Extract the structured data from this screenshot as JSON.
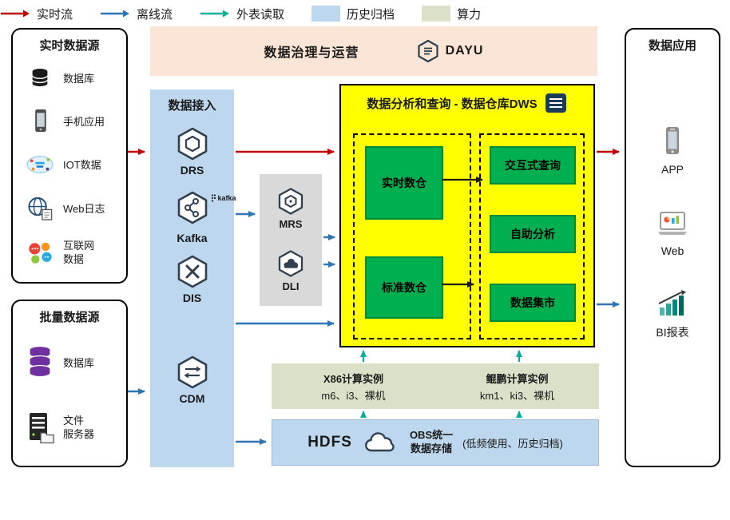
{
  "governance": {
    "title": "数据治理与运营",
    "logo_text": "DAYU",
    "logo_icon": "dayu-hexagon-icon"
  },
  "realtime_sources": {
    "title": "实时数据源",
    "items": [
      {
        "label": "数据库",
        "icon": "database-icon"
      },
      {
        "label": "手机应用",
        "icon": "mobile-app-icon"
      },
      {
        "label": "IOT数据",
        "icon": "iot-icon"
      },
      {
        "label": "Web日志",
        "icon": "web-log-globe-icon"
      },
      {
        "label": "互联网\n数据",
        "icon": "internet-data-icon"
      }
    ]
  },
  "batch_sources": {
    "title": "批量数据源",
    "items": [
      {
        "label": "数据库",
        "icon": "database-stack-purple-icon"
      },
      {
        "label": "文件\n服务器",
        "icon": "file-server-icon"
      }
    ]
  },
  "ingestion": {
    "title": "数据接入",
    "services": [
      {
        "label": "DRS",
        "icon": "drs-hexagon-icon"
      },
      {
        "label": "Kafka",
        "icon": "kafka-hexagon-icon",
        "badge": "kafka"
      },
      {
        "label": "DIS",
        "icon": "dis-hexagon-icon"
      },
      {
        "label": "CDM",
        "icon": "cdm-hexagon-icon"
      }
    ]
  },
  "processing": {
    "services": [
      {
        "label": "MRS",
        "icon": "mrs-hexagon-icon"
      },
      {
        "label": "DLI",
        "icon": "dli-hexagon-icon"
      }
    ]
  },
  "dws": {
    "title": "数据分析和查询 - 数据仓库DWS",
    "title_icon": "dws-database-icon",
    "warehouses": [
      {
        "label": "实时数仓"
      },
      {
        "label": "标准数仓"
      }
    ],
    "services": [
      {
        "label": "交互式查询"
      },
      {
        "label": "自助分析"
      },
      {
        "label": "数据集市"
      }
    ]
  },
  "compute": {
    "x86": {
      "title": "X86计算实例",
      "subtitle": "m6、i3、裸机"
    },
    "kunpeng": {
      "title": "鲲鹏计算实例",
      "subtitle": "km1、ki3、裸机"
    }
  },
  "storage": {
    "hdfs_label": "HDFS",
    "cloud_icon": "obs-cloud-icon",
    "obs_line1": "OBS统一",
    "obs_line2": "数据存储",
    "note": "(低频使用、历史归档)"
  },
  "applications": {
    "title": "数据应用",
    "items": [
      {
        "label": "APP",
        "icon": "app-phone-icon"
      },
      {
        "label": "Web",
        "icon": "web-browser-icon"
      },
      {
        "label": "BI报表",
        "icon": "bi-report-icon"
      }
    ]
  },
  "legend": {
    "items": [
      {
        "label": "实时流",
        "type": "arrow",
        "color": "#c00000"
      },
      {
        "label": "离线流",
        "type": "arrow",
        "color": "#2e75b6"
      },
      {
        "label": "外表读取",
        "type": "arrow",
        "color": "#00b098"
      },
      {
        "label": "历史归档",
        "type": "swatch",
        "color": "#bdd7ee"
      },
      {
        "label": "算力",
        "type": "swatch",
        "color": "#dbe1c9"
      }
    ]
  }
}
